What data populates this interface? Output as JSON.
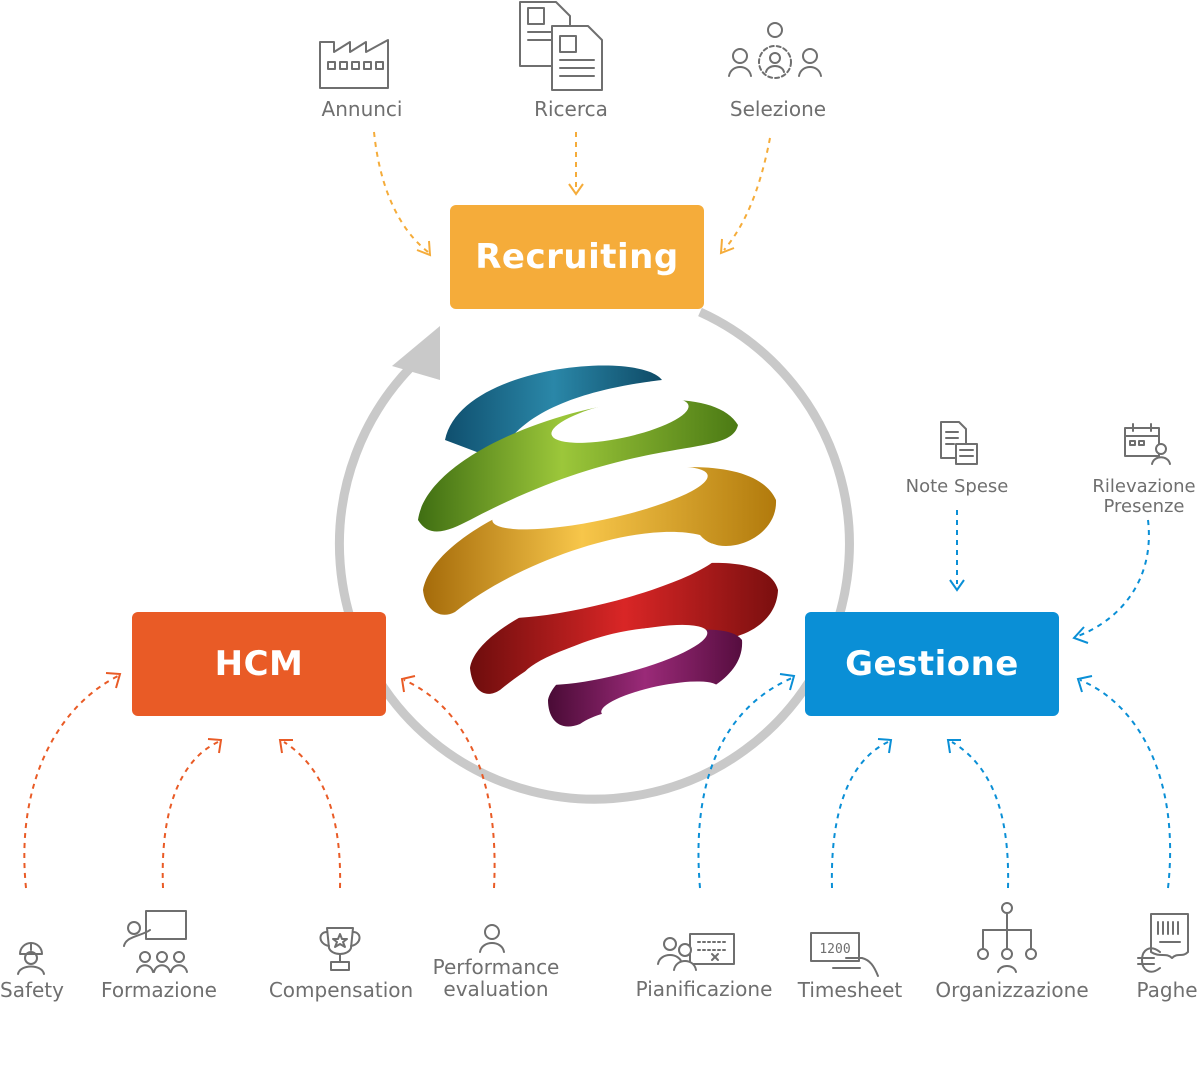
{
  "colors": {
    "recruiting": "#F5AC3A",
    "hcm": "#E95B26",
    "gestione": "#0A8FD6",
    "ring": "#C9C9C9",
    "icon": "#6f6f6f",
    "label": "#6f6f6f"
  },
  "hubs": {
    "recruiting": "Recruiting",
    "hcm": "HCM",
    "gestione": "Gestione"
  },
  "recruiting_sources": [
    {
      "label": "Annunci",
      "icon": "factory-icon"
    },
    {
      "label": "Ricerca",
      "icon": "documents-icon"
    },
    {
      "label": "Selezione",
      "icon": "people-selection-icon"
    }
  ],
  "hcm_sources": [
    {
      "label": "Safety",
      "icon": "hardhat-worker-icon"
    },
    {
      "label": "Formazione",
      "icon": "training-icon"
    },
    {
      "label": "Compensation",
      "icon": "trophy-icon"
    },
    {
      "label_line1": "Performance",
      "label_line2": "evaluation",
      "icon": "person-icon"
    }
  ],
  "gestione_sources_top": [
    {
      "label": "Note Spese",
      "icon": "expense-note-icon"
    },
    {
      "label_line1": "Rilevazione",
      "label_line2": "Presenze",
      "icon": "attendance-icon"
    }
  ],
  "gestione_sources_bottom": [
    {
      "label": "Pianificazione",
      "icon": "planning-icon"
    },
    {
      "label": "Timesheet",
      "icon": "timesheet-icon",
      "display": "1200"
    },
    {
      "label": "Organizzazione",
      "icon": "org-chart-icon"
    },
    {
      "label": "Paghe",
      "icon": "payroll-icon"
    }
  ]
}
